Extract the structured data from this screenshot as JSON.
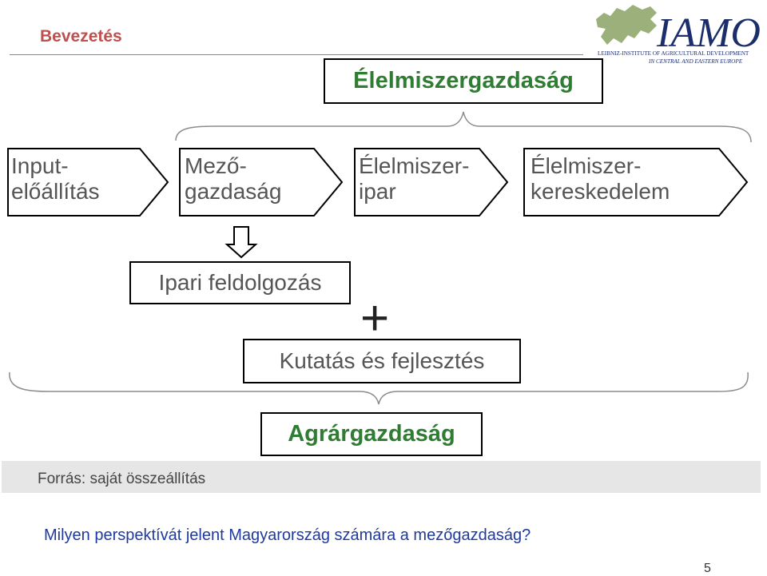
{
  "header": {
    "section_title": "Bevezetés",
    "logo": {
      "wordmark": "IAMO",
      "line1": "LEIBNIZ-INSTITUTE OF AGRICULTURAL DEVELOPMENT",
      "line2": "IN CENTRAL AND EASTERN EUROPE",
      "color": "#1b2e6b",
      "map_color": "#9bb07a"
    }
  },
  "diagram": {
    "top_box": "Élelmiszergazdaság",
    "chain": [
      {
        "line1": "Input-",
        "line2": "előállítás"
      },
      {
        "line1": "Mező-",
        "line2": "gazdaság"
      },
      {
        "line1": "Élelmiszer-",
        "line2": "ipar"
      },
      {
        "line1": "Élelmiszer-",
        "line2": "kereskedelem"
      }
    ],
    "processing_box": "Ipari feldolgozás",
    "plus_sign": "+",
    "research_box": "Kutatás és fejlesztés",
    "bottom_box": "Agrárgazdaság",
    "colors": {
      "accent_green": "#2e7d32",
      "label_gray": "#555555"
    }
  },
  "footer": {
    "source": "Forrás: saját összeállítás",
    "question": "Milyen perspektívát jelent Magyarország számára a mezőgazdaság?",
    "page_number": "5"
  }
}
